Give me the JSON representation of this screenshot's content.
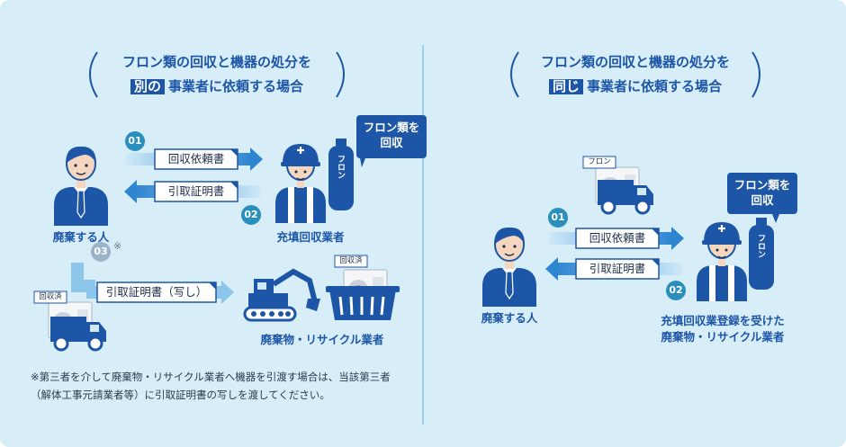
{
  "left": {
    "heading_line1": "フロン類の回収と機器の処分を",
    "heading_highlight": "別の",
    "heading_rest": "事業者に依頼する場合",
    "step1_number": "01",
    "step2_number": "02",
    "step3_number": "03",
    "step3_mark": "※",
    "doc1": "回収依頼書",
    "doc2": "引取証明書",
    "doc3": "引取証明書（写し）",
    "person_label": "廃棄する人",
    "worker_label": "充填回収業者",
    "bubble": [
      "フロン類を",
      "回収"
    ],
    "cylinder_text": "フロン",
    "tag_collected_1": "回収済",
    "tag_collected_2": "回収済",
    "recycler_label": "廃棄物・リサイクル業者",
    "note": "※第三者を介して廃棄物・リサイクル業者へ機器を引渡す場合は、当該第三者（解体工事元請業者等）に引取証明書の写しを渡してください。"
  },
  "right": {
    "heading_line1": "フロン類の回収と機器の処分を",
    "heading_highlight": "同じ",
    "heading_rest": "事業者に依頼する場合",
    "step1_number": "01",
    "step2_number": "02",
    "doc1": "回収依頼書",
    "doc2": "引取証明書",
    "person_label": "廃棄する人",
    "worker_label": [
      "充填回収業登録を受けた",
      "廃棄物・リサイクル業者"
    ],
    "bubble": [
      "フロン類を",
      "回収"
    ],
    "cylinder_text": "フロン",
    "tag_freon": "フロン"
  },
  "colors": {
    "navy": "#1d56a7",
    "arrow_blue": "#2f86d0",
    "pale_blue": "#8cc6ea",
    "background": "#d7edf7",
    "circle_teal": "#2b8fbd"
  }
}
